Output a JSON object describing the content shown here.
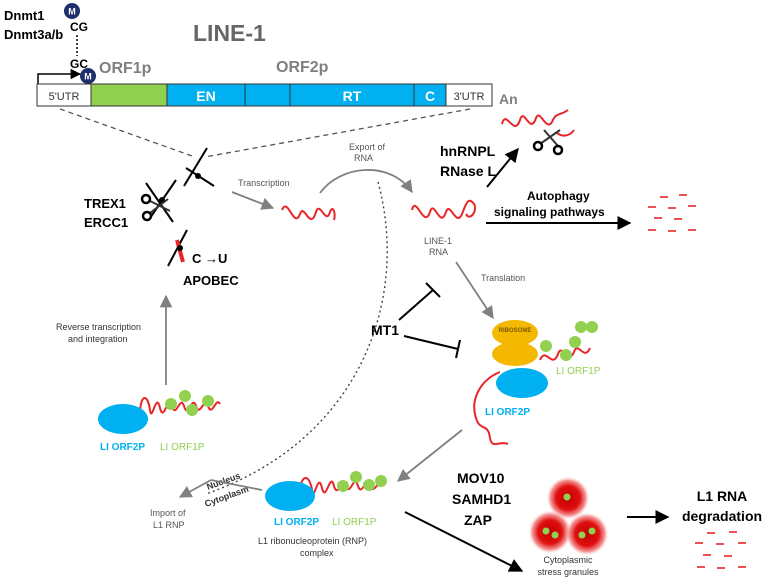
{
  "title": "LINE-1",
  "methylation": {
    "enzyme1": "Dnmt1",
    "enzyme2": "Dnmt3a/b",
    "site_top": "CG",
    "site_bottom": "GC",
    "mark": "M"
  },
  "gene_labels": {
    "orf1": "ORF1p",
    "orf2": "ORF2p",
    "poly_a": "An"
  },
  "segments": [
    {
      "label": "5'UTR",
      "color": "#ffffff",
      "text_color": "#333333"
    },
    {
      "label": "",
      "color": "#92d050",
      "text_color": "#ffffff"
    },
    {
      "label": "EN",
      "color": "#00b0f0",
      "text_color": "#ffffff"
    },
    {
      "label": "",
      "color": "#00b0f0",
      "text_color": "#ffffff"
    },
    {
      "label": "RT",
      "color": "#00b0f0",
      "text_color": "#ffffff"
    },
    {
      "label": "C",
      "color": "#00b0f0",
      "text_color": "#ffffff"
    },
    {
      "label": "3'UTR",
      "color": "#ffffff",
      "text_color": "#333333"
    }
  ],
  "labels": {
    "trex1": "TREX1",
    "ercc1": "ERCC1",
    "c_to_u": "C →U",
    "apobec": "APOBEC",
    "transcription": "Transcription",
    "export_line1": "Export of",
    "export_line2": "RNA",
    "hnrnpl": "hnRNPL",
    "rnase_l": "RNase L",
    "autophagy_line1": "Autophagy",
    "autophagy_line2": "signaling pathways",
    "line1_rna_line1": "LINE-1",
    "line1_rna_line2": "RNA",
    "translation": "Translation",
    "mt1": "MT1",
    "ribosome": "RIBOSOME",
    "orf1p_ribo": "LI ORF1P",
    "orf2p_ribo": "LI ORF2P",
    "rt_integration_line1": "Reverse transcription",
    "rt_integration_line2": "and integration",
    "orf2p_left": "LI ORF2P",
    "orf1p_left": "LI ORF1P",
    "nucleus": "Nucleus",
    "cytoplasm": "Cytoplasm",
    "import_line1": "Import of",
    "import_line2": "L1 RNP",
    "orf2p_rnp": "LI ORF2P",
    "orf1p_rnp": "LI ORF1P",
    "rnp_line1": "L1 ribonucleoprotein (RNP)",
    "rnp_line2": "complex",
    "mov10": "MOV10",
    "samhd1": "SAMHD1",
    "zap": "ZAP",
    "granules_line1": "Cytoplasmic",
    "granules_line2": "stress granules",
    "degradation_line1": "L1 RNA",
    "degradation_line2": "degradation"
  },
  "colors": {
    "rna": "#e8262a",
    "orf1p": "#92d050",
    "orf2p": "#00b0f0",
    "ribosome": "#f5b800",
    "mark": "#1f2f6b",
    "arrow_gray": "#808080",
    "granule": "#d40000"
  }
}
